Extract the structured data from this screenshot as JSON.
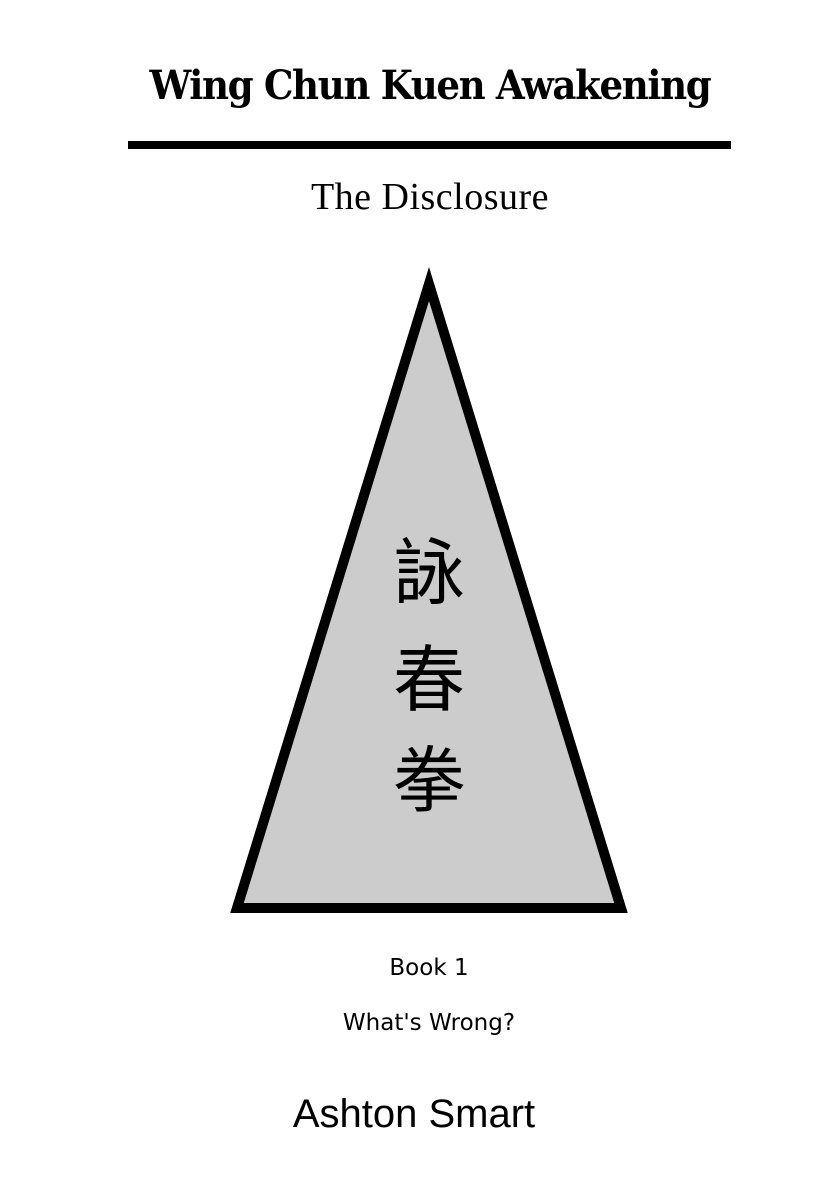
{
  "cover": {
    "title": "Wing Chun Kuen Awakening",
    "subtitle": "The Disclosure",
    "emblem": {
      "shape": "triangle",
      "fill_color": "#cccccc",
      "stroke_color": "#000000",
      "characters": [
        "詠",
        "春",
        "拳"
      ]
    },
    "book_number": "Book 1",
    "book_title": "What's Wrong?",
    "author": "Ashton Smart"
  }
}
